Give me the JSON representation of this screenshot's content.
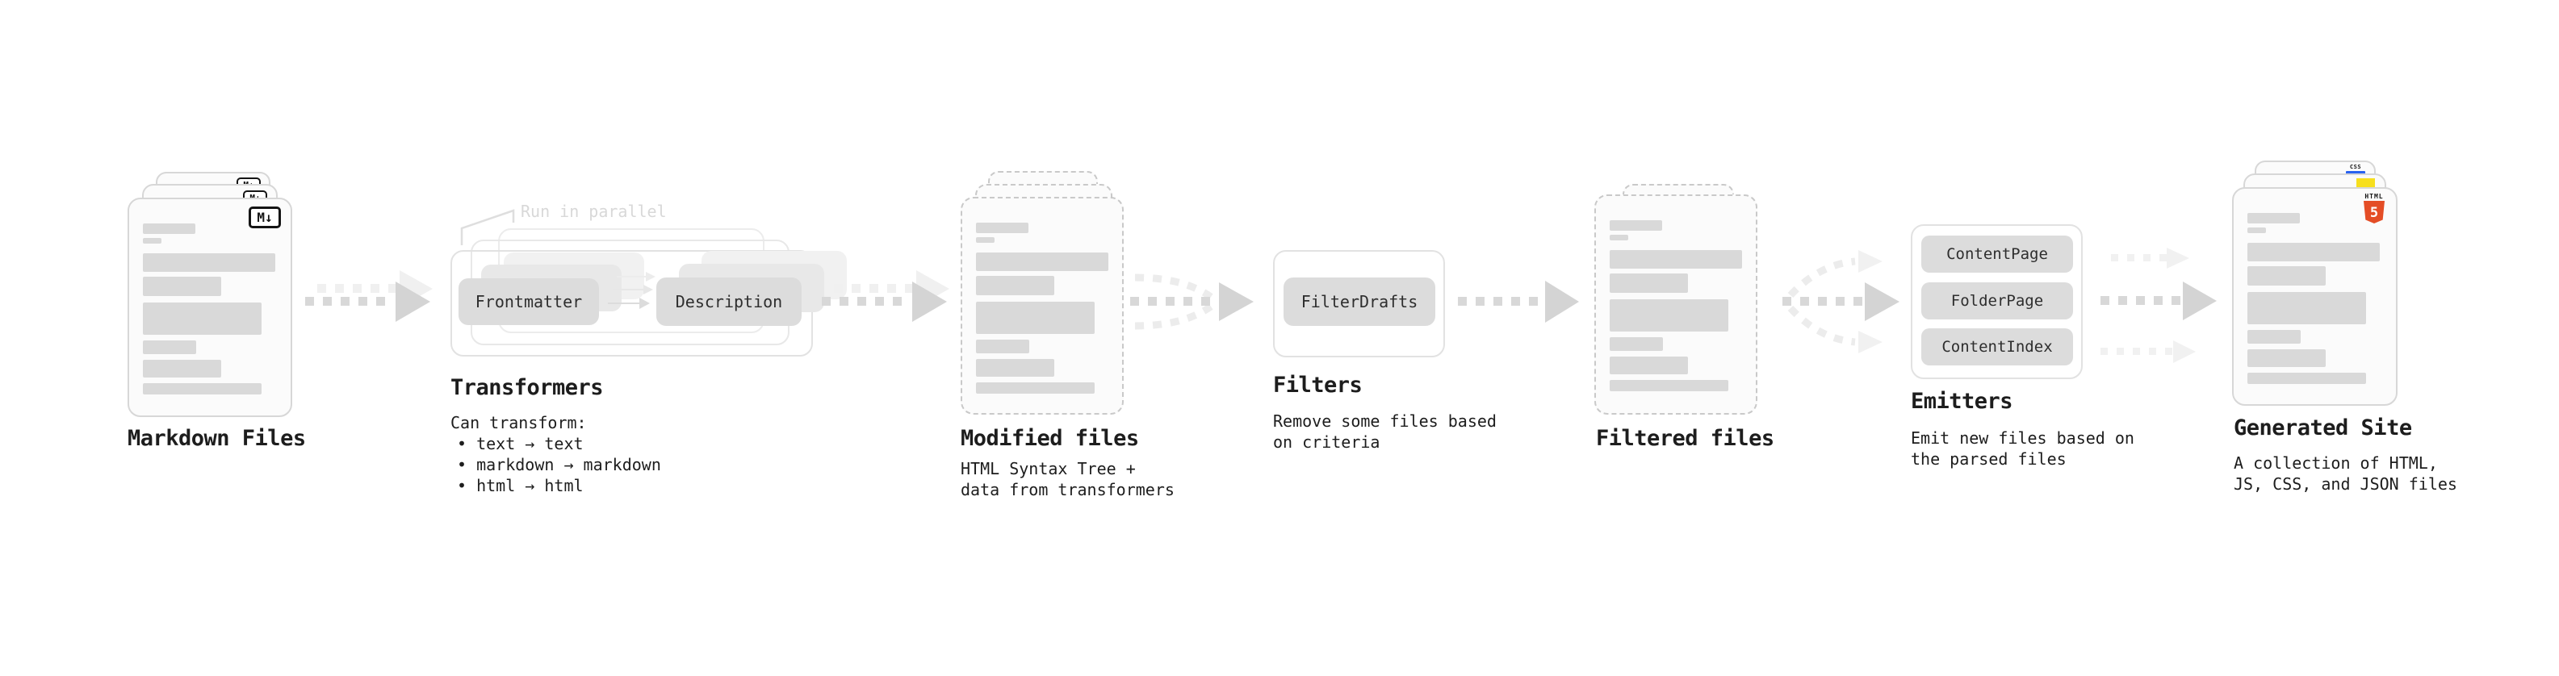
{
  "diagram": {
    "markdown_files": {
      "label": "Markdown Files",
      "badge": "M↓"
    },
    "transformers": {
      "annotation": "Run in parallel",
      "transformer_left": "Frontmatter",
      "transformer_right": "Description",
      "label": "Transformers",
      "description_title": "Can transform:",
      "bullets": [
        "• text → text",
        "• markdown → markdown",
        "• html → html"
      ]
    },
    "modified_files": {
      "label": "Modified files",
      "description": "HTML Syntax Tree +\ndata from transformers"
    },
    "filters": {
      "filter_name": "FilterDrafts",
      "label": "Filters",
      "description": "Remove some files based\non criteria"
    },
    "filtered_files": {
      "label": "Filtered files"
    },
    "emitters": {
      "emitter_names": [
        "ContentPage",
        "FolderPage",
        "ContentIndex"
      ],
      "label": "Emitters",
      "description": "Emit new files based on\nthe parsed files"
    },
    "generated_site": {
      "label": "Generated Site",
      "description": "A collection of HTML,\nJS, CSS, and JSON files",
      "badge_html_text": "HTML",
      "badge_html_number": "5",
      "badge_css_text": "CSS"
    },
    "colors": {
      "html5_orange": "#e44d26",
      "js_yellow": "#f7df1e",
      "css_blue": "#2962f0"
    }
  }
}
